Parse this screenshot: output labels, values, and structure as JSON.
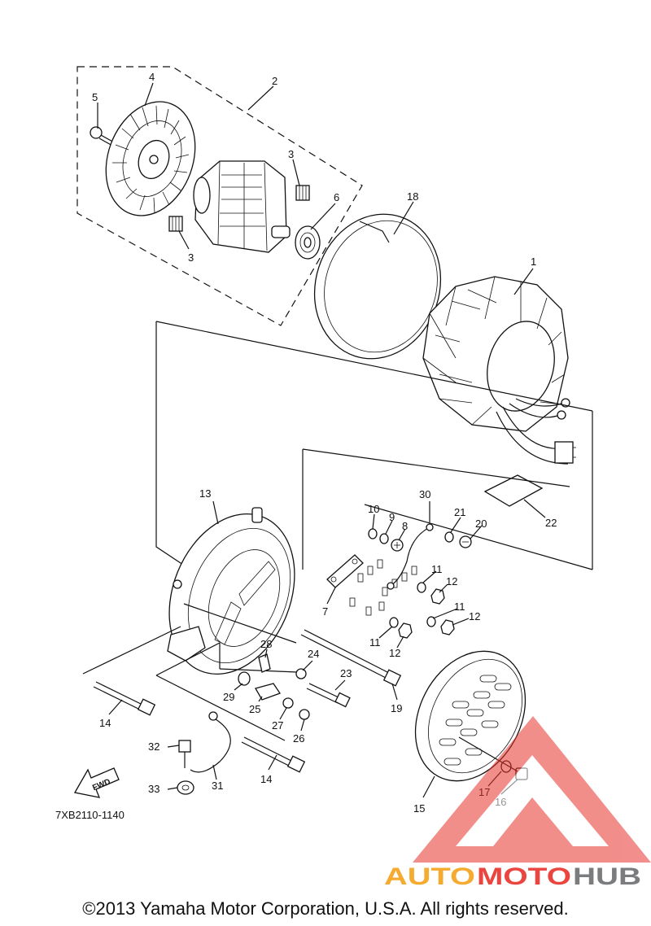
{
  "diagram": {
    "code": "7XB2110-1140",
    "fwd_label": "FWD",
    "callouts": [
      {
        "id": "c1",
        "label": "1"
      },
      {
        "id": "c2",
        "label": "2"
      },
      {
        "id": "c3a",
        "label": "3"
      },
      {
        "id": "c3b",
        "label": "3"
      },
      {
        "id": "c4",
        "label": "4"
      },
      {
        "id": "c5",
        "label": "5"
      },
      {
        "id": "c6",
        "label": "6"
      },
      {
        "id": "c7",
        "label": "7"
      },
      {
        "id": "c8",
        "label": "8"
      },
      {
        "id": "c9",
        "label": "9"
      },
      {
        "id": "c10",
        "label": "10"
      },
      {
        "id": "c11a",
        "label": "11"
      },
      {
        "id": "c11b",
        "label": "11"
      },
      {
        "id": "c11c",
        "label": "11"
      },
      {
        "id": "c12a",
        "label": "12"
      },
      {
        "id": "c12b",
        "label": "12"
      },
      {
        "id": "c12c",
        "label": "12"
      },
      {
        "id": "c13",
        "label": "13"
      },
      {
        "id": "c14a",
        "label": "14"
      },
      {
        "id": "c14b",
        "label": "14"
      },
      {
        "id": "c15",
        "label": "15"
      },
      {
        "id": "c16",
        "label": "16"
      },
      {
        "id": "c17",
        "label": "17"
      },
      {
        "id": "c18",
        "label": "18"
      },
      {
        "id": "c19",
        "label": "19"
      },
      {
        "id": "c20",
        "label": "20"
      },
      {
        "id": "c21",
        "label": "21"
      },
      {
        "id": "c22",
        "label": "22"
      },
      {
        "id": "c23",
        "label": "23"
      },
      {
        "id": "c24",
        "label": "24"
      },
      {
        "id": "c25",
        "label": "25"
      },
      {
        "id": "c26",
        "label": "26"
      },
      {
        "id": "c27",
        "label": "27"
      },
      {
        "id": "c28",
        "label": "28"
      },
      {
        "id": "c29",
        "label": "29"
      },
      {
        "id": "c30",
        "label": "30"
      },
      {
        "id": "c31",
        "label": "31"
      },
      {
        "id": "c32",
        "label": "32"
      },
      {
        "id": "c33",
        "label": "33"
      }
    ]
  },
  "watermark": {
    "text_auto": "AUTO",
    "text_moto": "MOTO",
    "text_hub": "HUB",
    "color_triangle": "#e8322b",
    "color_auto": "#f5a31a",
    "color_moto": "#e8322b",
    "color_hub": "#6d6e71"
  },
  "footer": {
    "copyright": "©2013 Yamaha Motor Corporation, U.S.A. All rights reserved."
  }
}
